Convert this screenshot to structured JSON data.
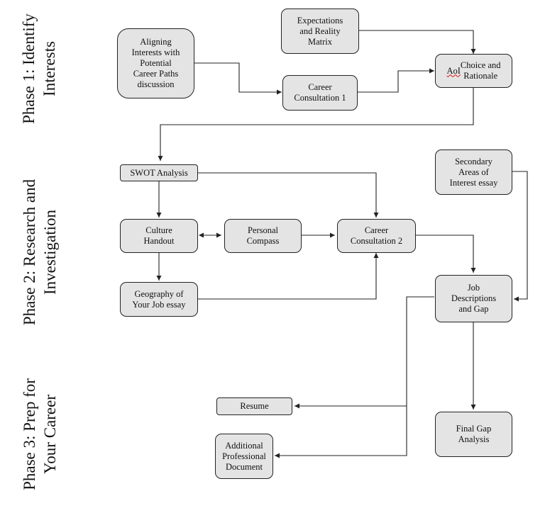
{
  "phases": {
    "phase1": "Phase 1: Identify\nInterests",
    "phase2": "Phase 2: Research and\nInvestigation",
    "phase3": "Phase 3: Prep for\nYour Career"
  },
  "boxes": {
    "expectations": "Expectations\nand Reality\nMatrix",
    "aligning": "Aligning\nInterests with\nPotential\nCareer Paths\ndiscussion",
    "consult1": "Career\nConsultation 1",
    "aoi_prefix": "AoI",
    "aoi_rest": " Choice and\nRationale",
    "swot": "SWOT Analysis",
    "secondary": "Secondary\nAreas of\nInterest essay",
    "culture": "Culture\nHandout",
    "compass": "Personal\nCompass",
    "consult2": "Career\nConsultation 2",
    "geography": "Geography of\nYour Job essay",
    "jobdesc": "Job\nDescriptions\nand Gap",
    "resume": "Resume",
    "additional": "Additional\nProfessional\nDocument",
    "finalgap": "Final Gap\nAnalysis"
  },
  "colors": {
    "box_fill": "#e4e4e4",
    "line": "#222222",
    "spell_underline": "#d11111"
  }
}
